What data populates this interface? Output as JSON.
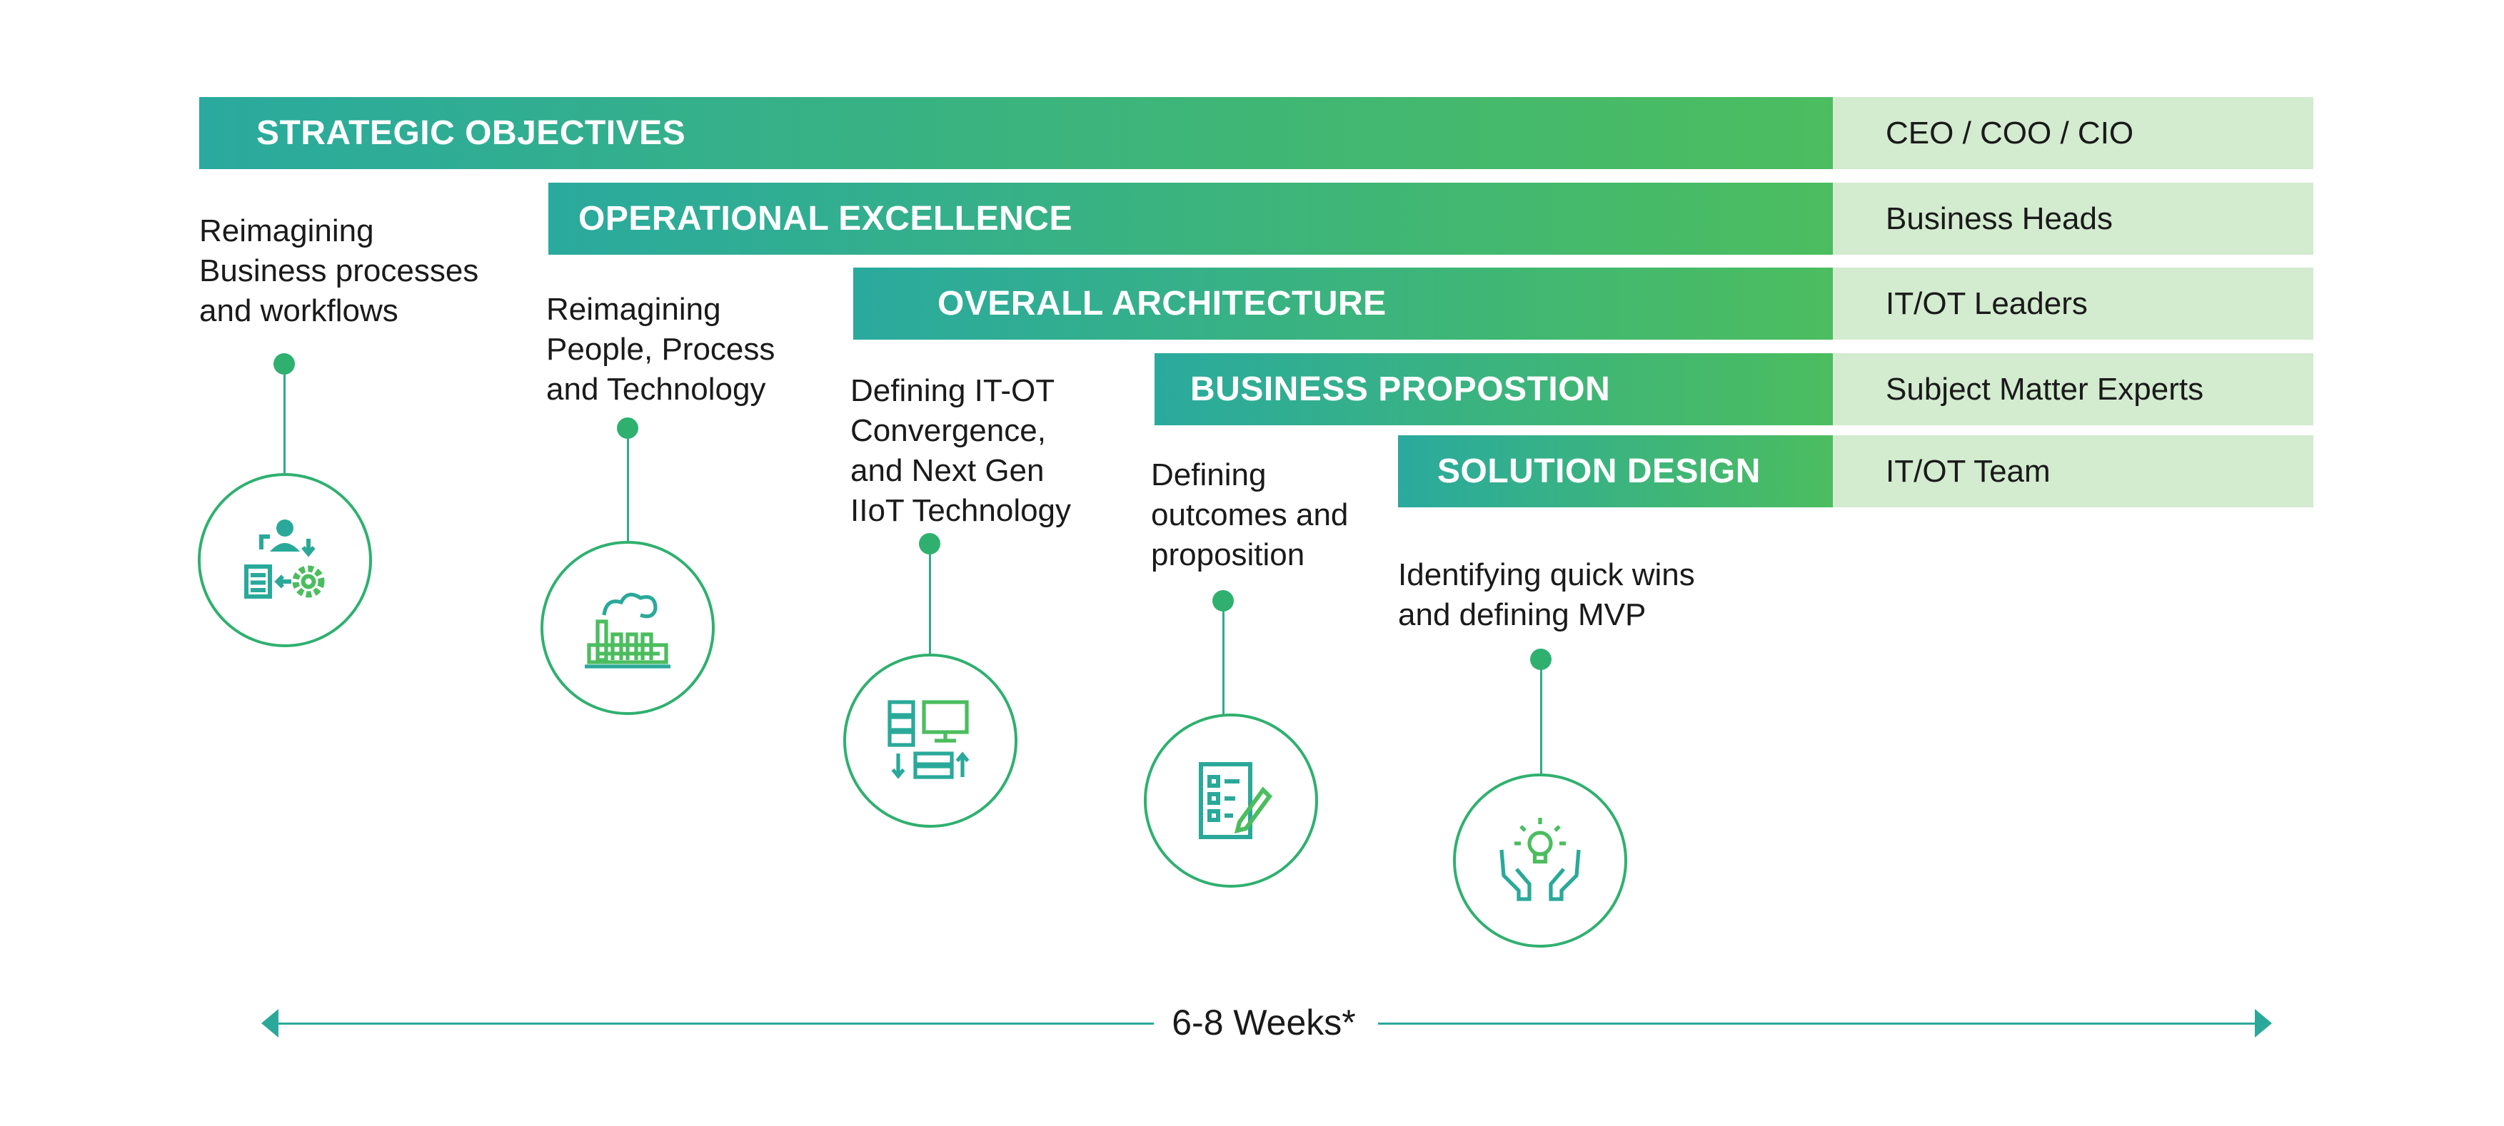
{
  "phases": [
    {
      "title": "STRATEGIC OBJECTIVES",
      "role": "CEO / COO / CIO",
      "description": [
        "Reimagining",
        "Business processes",
        "and workflows"
      ],
      "icon": "workflow-icon"
    },
    {
      "title": "OPERATIONAL EXCELLENCE",
      "role": "Business Heads",
      "description": [
        "Reimagining",
        "People, Process",
        "and Technology"
      ],
      "icon": "factory-icon"
    },
    {
      "title": "OVERALL ARCHITECTURE",
      "role": "IT/OT Leaders",
      "description": [
        "Defining IT-OT",
        "Convergence,",
        "and Next Gen",
        "IIoT Technology"
      ],
      "icon": "servers-icon"
    },
    {
      "title": "BUSINESS PROPOSTION",
      "role": "Subject Matter Experts",
      "description": [
        "Defining",
        "outcomes and",
        "proposition"
      ],
      "icon": "checklist-icon"
    },
    {
      "title": "SOLUTION DESIGN",
      "role": "IT/OT Team",
      "description": [
        "Identifying quick wins",
        "and defining MVP"
      ],
      "icon": "idea-hands-icon"
    }
  ],
  "timeline": {
    "label": "6-8 Weeks*"
  },
  "colors": {
    "gradient_start": "#2aaa9e",
    "gradient_end": "#4cbd5f",
    "role_bg": "#d3ebcf",
    "accent": "#2fb06f"
  }
}
